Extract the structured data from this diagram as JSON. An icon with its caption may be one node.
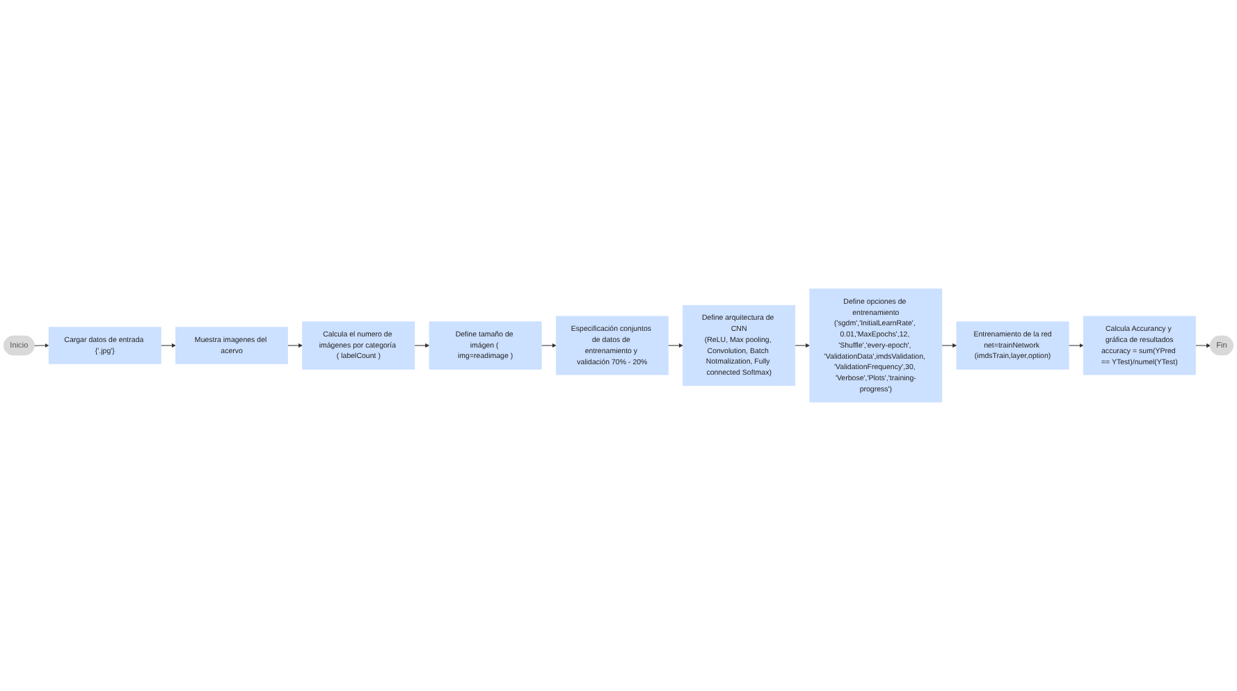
{
  "diagram": {
    "nodes": [
      {
        "text": [
          "Inicio"
        ]
      },
      {
        "text": [
          "Cargar datos de entrada {'.jpg'}"
        ]
      },
      {
        "text": [
          "Muestra imagenes del acervo"
        ]
      },
      {
        "text": [
          "Calcula el numero de imágenes por categoría ( labelCount )"
        ]
      },
      {
        "text": [
          "Define tamaño de imágen ( img=readimage )"
        ]
      },
      {
        "text": [
          "Especificación conjuntos de datos de entrenamiento y validación 70% - 20%"
        ]
      },
      {
        "text": [
          "Define arquitectura de CNN",
          "(ReLU, Max pooling, Convolution, Batch Notmalization, Fully connected Softmax)"
        ]
      },
      {
        "text": [
          "Define opciones de entrenamiento",
          "('sgdm','InitialLearnRate', 0.01,'MaxEpochs',12, 'Shuffle','every-epoch', 'ValidationData',imdsValidation, 'ValidationFrequency',30, 'Verbose','Plots','training-progress')"
        ]
      },
      {
        "text": [
          "Entrenamiento de la red",
          "net=trainNetwork (imdsTrain,layer,option)"
        ]
      },
      {
        "text": [
          "Calcula Accurancy y gráfica de resultados",
          "accuracy = sum(YPred == YTest)/numel(YTest)"
        ]
      },
      {
        "text": [
          "Fin"
        ]
      }
    ],
    "edges": [
      {
        "from": 0,
        "to": 1,
        "arrow": "to"
      },
      {
        "from": 1,
        "to": 2,
        "arrow": "to"
      },
      {
        "from": 2,
        "to": 3,
        "arrow": "to"
      },
      {
        "from": 3,
        "to": 4,
        "arrow": "to"
      },
      {
        "from": 4,
        "to": 5,
        "arrow": "to"
      },
      {
        "from": 5,
        "to": 6,
        "arrow": "to"
      },
      {
        "from": 6,
        "to": 7,
        "arrow": "to"
      },
      {
        "from": 7,
        "to": 8,
        "arrow": "to"
      },
      {
        "from": 8,
        "to": 9,
        "arrow": "to"
      },
      {
        "from": 9,
        "to": 10,
        "arrow": "to"
      }
    ]
  }
}
